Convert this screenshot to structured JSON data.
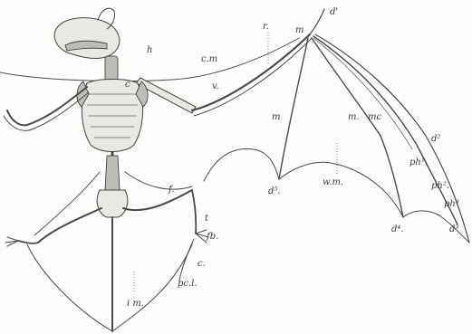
{
  "figure": {
    "labels": {
      "h": "h",
      "cm": "c.m",
      "v": "v.",
      "r": "r.",
      "m_top": "m",
      "d1": "d'",
      "c": "c",
      "m_mid": "m",
      "m_right": "m.",
      "mc": "mc",
      "d2": "d²",
      "ph1": "ph¹.",
      "ph2": "ph².",
      "ph3": "ph³",
      "d3": "d³",
      "d5": "d⁵.",
      "wm": "w.m.",
      "d4": "d⁴.",
      "f": "f.",
      "t": "t",
      "fb": "fb.",
      "cl": "c.",
      "pcl": "pc.l.",
      "im": "i m."
    },
    "colors": {
      "ink": "#4a4a4a",
      "paper": "#fdfdfb"
    }
  }
}
